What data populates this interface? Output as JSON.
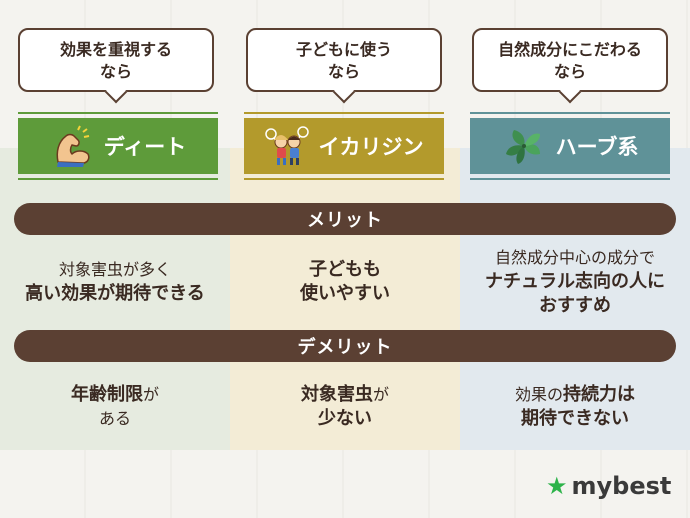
{
  "columns": [
    {
      "bubble_line1": "効果を重視する",
      "bubble_line2": "なら",
      "label": "ディート",
      "icon": "flexed-arm-icon",
      "merit_line1": "対象害虫が多く",
      "merit_line2": "高い効果が期待できる",
      "demerit_line1a": "年齢制限",
      "demerit_line1b": "が",
      "demerit_line2": "ある"
    },
    {
      "bubble_line1": "子どもに使う",
      "bubble_line2": "なら",
      "label": "イカリジン",
      "icon": "children-icon",
      "merit_line1": "子どもも",
      "merit_line2": "使いやすい",
      "demerit_line1a": "対象害虫",
      "demerit_line1b": "が",
      "demerit_line2": "少ない"
    },
    {
      "bubble_line1": "自然成分にこだわる",
      "bubble_line2": "なら",
      "label": "ハーブ系",
      "icon": "herb-leaves-icon",
      "merit_line1": "自然成分中心の成分で",
      "merit_line2": "ナチュラル志向の人に",
      "merit_line3": "おすすめ",
      "demerit_line1a": "効果の",
      "demerit_line1b": "持続力は",
      "demerit_line2": "期待できない"
    }
  ],
  "merit_heading": "メリット",
  "demerit_heading": "デメリット",
  "logo_text": "mybest",
  "colors": {
    "brown": "#5b4033",
    "green": "#5e9b3a",
    "mustard": "#b39a2c",
    "teal": "#5f9298",
    "logo_star": "#2db34a"
  }
}
